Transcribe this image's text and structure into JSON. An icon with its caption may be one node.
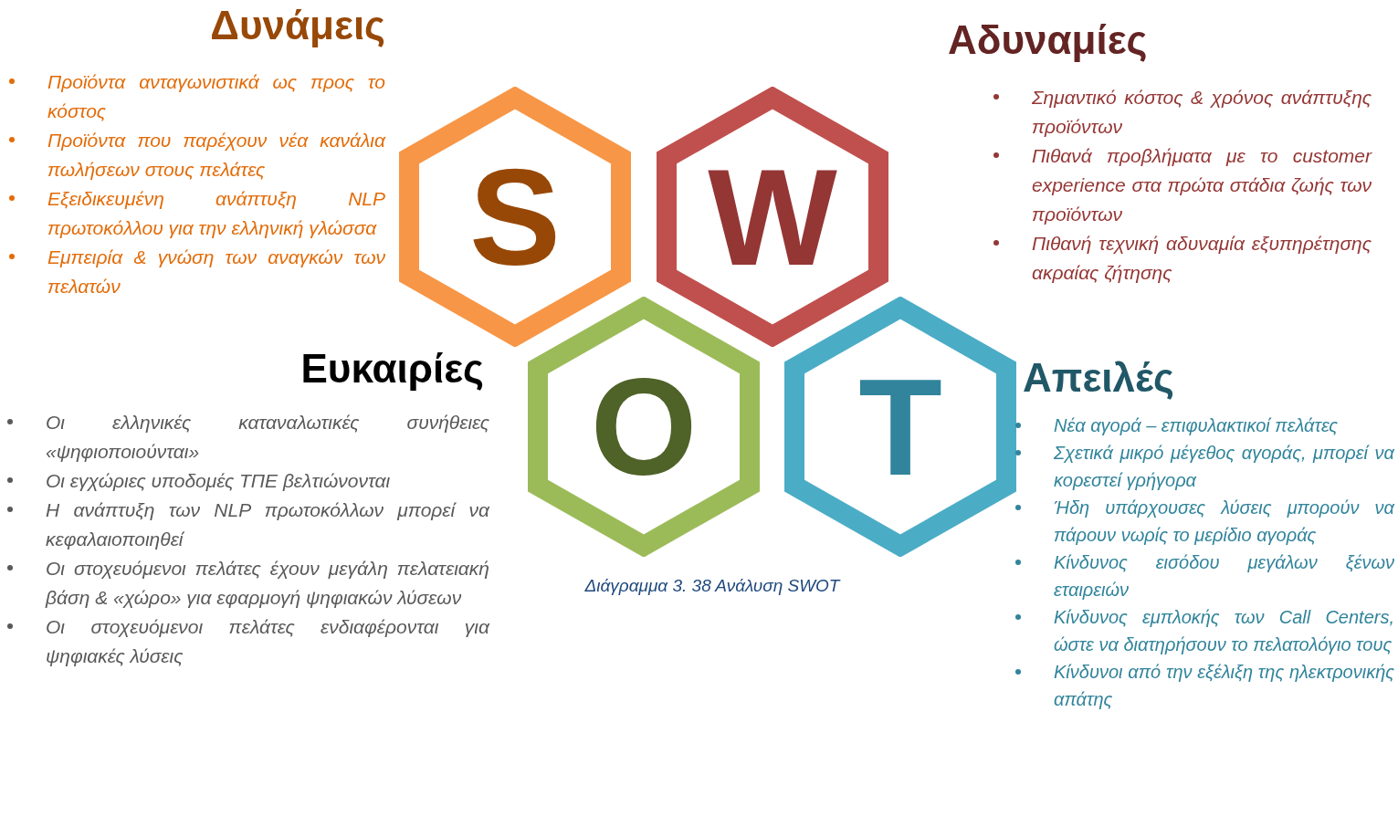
{
  "diagram": {
    "caption": "Διάγραμμα 3. 38 Ανάλυση SWOT",
    "nodes": [
      {
        "text": [
          "S"
        ],
        "beside": [
          "Δυνάμεις",
          "Προϊόντα ανταγωνιστικά ως προς το κόστος",
          "Προϊόντα που παρέχουν νέα κανάλια πωλήσεων στους πελάτες",
          "Εξειδικευμένη ανάπτυξη NLP πρωτοκόλλου για την ελληνική γλώσσα",
          "Εμπειρία & γνώση των αναγκών των πελατών"
        ]
      },
      {
        "text": [
          "W"
        ],
        "beside": [
          "Αδυναμίες",
          "Σημαντικό κόστος & χρόνος ανάπτυξης προϊόντων",
          "Πιθανά προβλήματα με το customer experience στα πρώτα στάδια ζωής των προϊόντων",
          "Πιθανή τεχνική αδυναμία εξυπηρέτησης ακραίας ζήτησης"
        ]
      },
      {
        "text": [
          "O"
        ],
        "beside": [
          "Ευκαιρίες",
          "Οι ελληνικές καταναλωτικές συνήθειες «ψηφιοποιούνται»",
          "Οι εγχώριες υποδομές ΤΠΕ βελτιώνονται",
          "Η ανάπτυξη των NLP πρωτοκόλλων μπορεί να κεφαλαιοποιηθεί",
          "Οι στοχευόμενοι πελάτες έχουν μεγάλη πελατειακή βάση & «χώρο» για εφαρμογή ψηφιακών λύσεων",
          "Οι στοχευόμενοι πελάτες ενδιαφέρονται για ψηφιακές λύσεις"
        ]
      },
      {
        "text": [
          "T"
        ],
        "beside": [
          "Απειλές",
          "Νέα αγορά – επιφυλακτικοί πελάτες",
          "Σχετικά μικρό μέγεθος αγοράς, μπορεί να κορεστεί γρήγορα",
          "Ήδη υπάρχουσες λύσεις μπορούν να πάρουν νωρίς το μερίδιο αγοράς",
          "Κίνδυνος εισόδου μεγάλων ξένων εταιρειών",
          "Κίνδυνος εμπλοκής των Call Centers, ώστε να διατηρήσουν το πελατολόγιο τους",
          "Κίνδυνοι από την εξέλιξη της ηλεκτρονικής απάτης"
        ]
      }
    ],
    "edges": []
  }
}
